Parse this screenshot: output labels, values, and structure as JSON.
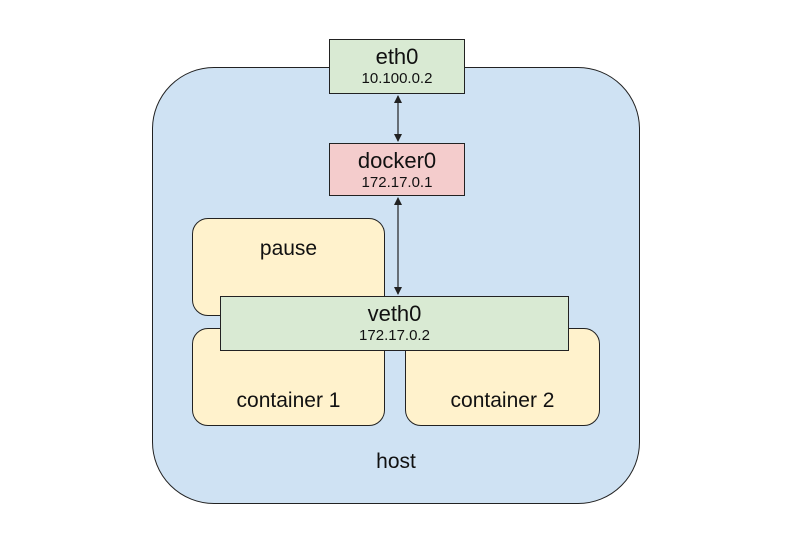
{
  "host": {
    "label": "host"
  },
  "interfaces": {
    "eth0": {
      "name": "eth0",
      "ip": "10.100.0.2"
    },
    "docker0": {
      "name": "docker0",
      "ip": "172.17.0.1"
    },
    "veth0": {
      "name": "veth0",
      "ip": "172.17.0.2"
    }
  },
  "containers": {
    "pause": {
      "label": "pause"
    },
    "container1": {
      "label": "container 1"
    },
    "container2": {
      "label": "container 2"
    }
  },
  "colors": {
    "host_fill": "#cfe2f3",
    "interface_green": "#d9ead3",
    "interface_red": "#f4cccc",
    "container_fill": "#fff2cc"
  }
}
